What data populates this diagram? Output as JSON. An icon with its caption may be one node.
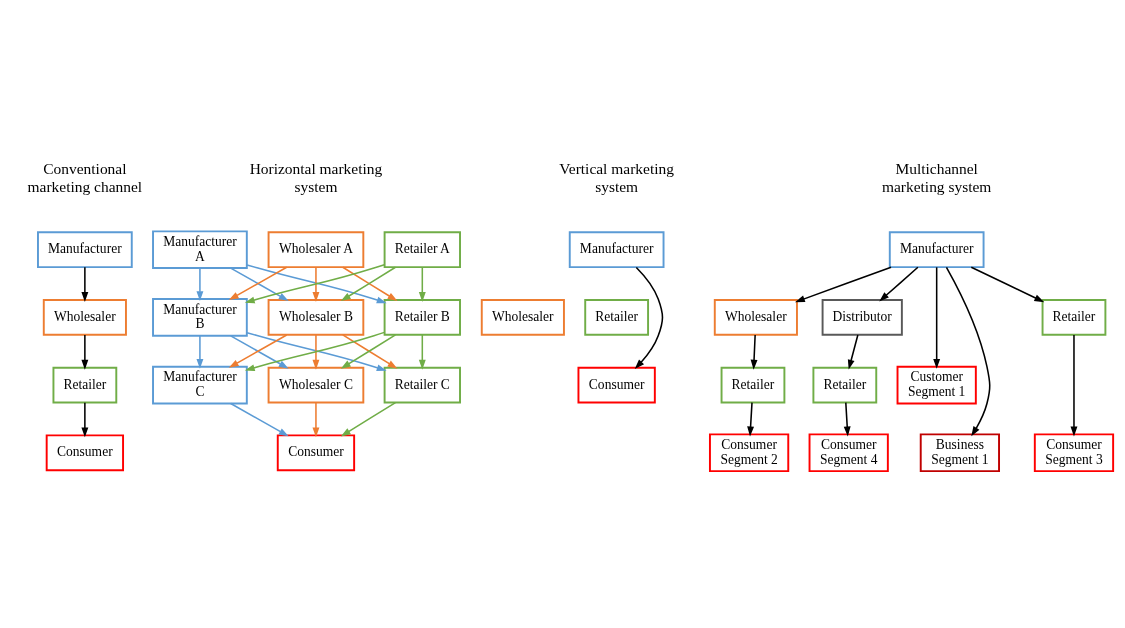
{
  "diagram": {
    "nodes": [
      {
        "text": [
          "Manufacturer"
        ]
      },
      {
        "text": [
          "Wholesaler"
        ]
      },
      {
        "text": [
          "Retailer"
        ]
      },
      {
        "text": [
          "Consumer"
        ]
      },
      {
        "text": [
          "Manufacturer A"
        ]
      },
      {
        "text": [
          "Manufacturer B"
        ]
      },
      {
        "text": [
          "Manufacturer C"
        ]
      },
      {
        "text": [
          "Wholesaler A"
        ]
      },
      {
        "text": [
          "Wholesaler B"
        ]
      },
      {
        "text": [
          "Wholesaler C"
        ]
      },
      {
        "text": [
          "Retailer A"
        ]
      },
      {
        "text": [
          "Retailer B"
        ]
      },
      {
        "text": [
          "Retailer C"
        ]
      },
      {
        "text": [
          "Consumer"
        ]
      },
      {
        "text": [
          "Manufacturer"
        ]
      },
      {
        "text": [
          "Wholesaler"
        ]
      },
      {
        "text": [
          "Retailer"
        ]
      },
      {
        "text": [
          "Consumer"
        ]
      },
      {
        "text": [
          "Manufacturer"
        ]
      },
      {
        "text": [
          "Wholesaler"
        ]
      },
      {
        "text": [
          "Distributor"
        ]
      },
      {
        "text": [
          "Customer Segment 1"
        ]
      },
      {
        "text": [
          "Retailer"
        ]
      },
      {
        "text": [
          "Retailer"
        ]
      },
      {
        "text": [
          "Retailer"
        ]
      },
      {
        "text": [
          "Business Segment 1"
        ]
      },
      {
        "text": [
          "Consumer Segment 2"
        ]
      },
      {
        "text": [
          "Consumer Segment 3"
        ]
      },
      {
        "text": [
          "Consumer Segment 4"
        ]
      }
    ],
    "edges": [
      {
        "from": 0,
        "to": 1,
        "arrow": "to"
      },
      {
        "from": 1,
        "to": 2,
        "arrow": "to"
      },
      {
        "from": 2,
        "to": 3,
        "arrow": "to"
      },
      {
        "from": 4,
        "to": 5,
        "arrow": "to",
        "color": "#5b9bd5"
      },
      {
        "from": 4,
        "to": 8,
        "arrow": "to",
        "color": "#5b9bd5"
      },
      {
        "from": 4,
        "to": 11,
        "arrow": "to",
        "color": "#5b9bd5"
      },
      {
        "from": 7,
        "to": 5,
        "arrow": "to",
        "color": "#ed7d31"
      },
      {
        "from": 7,
        "to": 8,
        "arrow": "to",
        "color": "#ed7d31"
      },
      {
        "from": 7,
        "to": 11,
        "arrow": "to",
        "color": "#ed7d31"
      },
      {
        "from": 10,
        "to": 5,
        "arrow": "to",
        "color": "#70ad47"
      },
      {
        "from": 10,
        "to": 8,
        "arrow": "to",
        "color": "#70ad47"
      },
      {
        "from": 10,
        "to": 11,
        "arrow": "to",
        "color": "#70ad47"
      },
      {
        "from": 5,
        "to": 6,
        "arrow": "to",
        "color": "#5b9bd5"
      },
      {
        "from": 5,
        "to": 9,
        "arrow": "to",
        "color": "#5b9bd5"
      },
      {
        "from": 5,
        "to": 12,
        "arrow": "to",
        "color": "#5b9bd5"
      },
      {
        "from": 8,
        "to": 6,
        "arrow": "to",
        "color": "#ed7d31"
      },
      {
        "from": 8,
        "to": 9,
        "arrow": "to",
        "color": "#ed7d31"
      },
      {
        "from": 8,
        "to": 12,
        "arrow": "to",
        "color": "#ed7d31"
      },
      {
        "from": 11,
        "to": 6,
        "arrow": "to",
        "color": "#70ad47"
      },
      {
        "from": 11,
        "to": 9,
        "arrow": "to",
        "color": "#70ad47"
      },
      {
        "from": 11,
        "to": 12,
        "arrow": "to",
        "color": "#70ad47"
      },
      {
        "from": 6,
        "to": 13,
        "arrow": "to",
        "color": "#5b9bd5"
      },
      {
        "from": 9,
        "to": 13,
        "arrow": "to",
        "color": "#ed7d31"
      },
      {
        "from": 12,
        "to": 13,
        "arrow": "to",
        "color": "#70ad47"
      },
      {
        "from": 14,
        "to": 17,
        "arrow": "to"
      },
      {
        "from": 18,
        "to": 25,
        "arrow": "to"
      },
      {
        "from": 18,
        "to": 21,
        "arrow": "to"
      },
      {
        "from": 18,
        "to": 19,
        "arrow": "to"
      },
      {
        "from": 18,
        "to": 23,
        "arrow": "to"
      },
      {
        "from": 18,
        "to": 20,
        "arrow": "to"
      },
      {
        "from": 19,
        "to": 22,
        "arrow": "to"
      },
      {
        "from": 22,
        "to": 26,
        "arrow": "to"
      },
      {
        "from": 23,
        "to": 27,
        "arrow": "to"
      },
      {
        "from": 20,
        "to": 24,
        "arrow": "to"
      },
      {
        "from": 24,
        "to": 28,
        "arrow": "to"
      }
    ],
    "labels": [
      "Conventional marketing channel",
      "Horizontal marketing system",
      "Multichannel marketing system",
      "Vertical marketing system"
    ]
  }
}
